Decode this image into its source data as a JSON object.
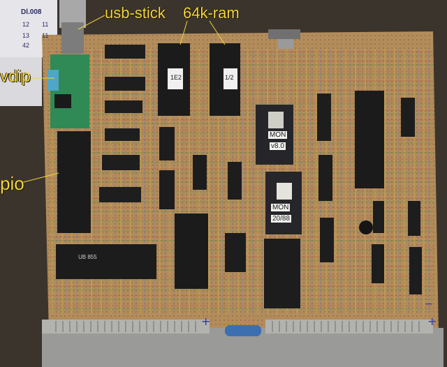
{
  "labels": {
    "usb_stick": "usb-stick",
    "ram": "64k-ram",
    "vdip": "vdip",
    "pio": "pio"
  },
  "paper_note": {
    "header": "Dl.008",
    "row1_a": "12",
    "row1_b": "11",
    "row2_a": "13",
    "row2_b": "11",
    "row3": "42"
  },
  "chip_marks": {
    "mon1_line1": "MON",
    "mon1_line2": "v8.0",
    "mon2_line1": "MON",
    "mon2_line2": "20/88",
    "pio_chip": "UB 855",
    "ram_sticker_1": "1E2",
    "ram_sticker_2": "1/2"
  },
  "colors": {
    "board": "#b08a5a",
    "backdrop": "#3a3530",
    "label": "#f2d63a"
  }
}
